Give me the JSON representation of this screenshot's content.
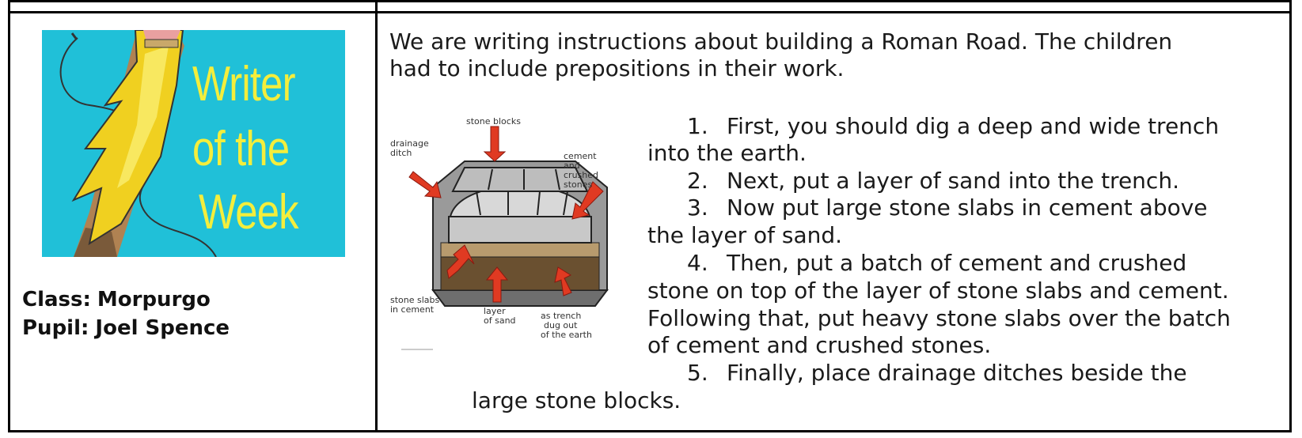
{
  "banner": {
    "line1": "Writer",
    "line2": "of the",
    "line3": "Week"
  },
  "pupil": {
    "class_label": "Class:",
    "class_value": "Morpurgo",
    "pupil_label": "Pupil:",
    "pupil_value": "Joel Spence"
  },
  "intro": {
    "line1": "We are writing instructions about building a Roman Road. The children",
    "line2": "had to include prepositions in their work."
  },
  "diagram": {
    "labels": {
      "stone_blocks": "stone blocks",
      "drainage": "drainage",
      "ditch": "ditch",
      "cement": "cement",
      "and": "and",
      "crushed": "crushed",
      "stones": "stones",
      "stone_slabs": "stone slabs",
      "in_cement": "in cement",
      "layer": "layer",
      "of_sand": "of sand",
      "as_trench": "as trench",
      "dug_out": "dug out",
      "of_the_earth": "of the earth"
    }
  },
  "steps": [
    {
      "num": "1.",
      "lines": [
        "First, you should dig a deep and wide trench",
        "into the earth."
      ]
    },
    {
      "num": "2.",
      "lines": [
        "Next, put a layer of sand into the trench."
      ]
    },
    {
      "num": "3.",
      "lines": [
        "Now put large stone slabs in cement above",
        "the layer of sand."
      ]
    },
    {
      "num": "4.",
      "lines": [
        "Then, put a batch of cement and crushed",
        "stone on top of the layer of stone slabs and cement.",
        "Following that, put heavy stone slabs over the batch",
        "of cement and crushed stones."
      ]
    },
    {
      "num": "5.",
      "lines": [
        "Finally, place drainage ditches beside the",
        "large stone blocks."
      ]
    }
  ]
}
